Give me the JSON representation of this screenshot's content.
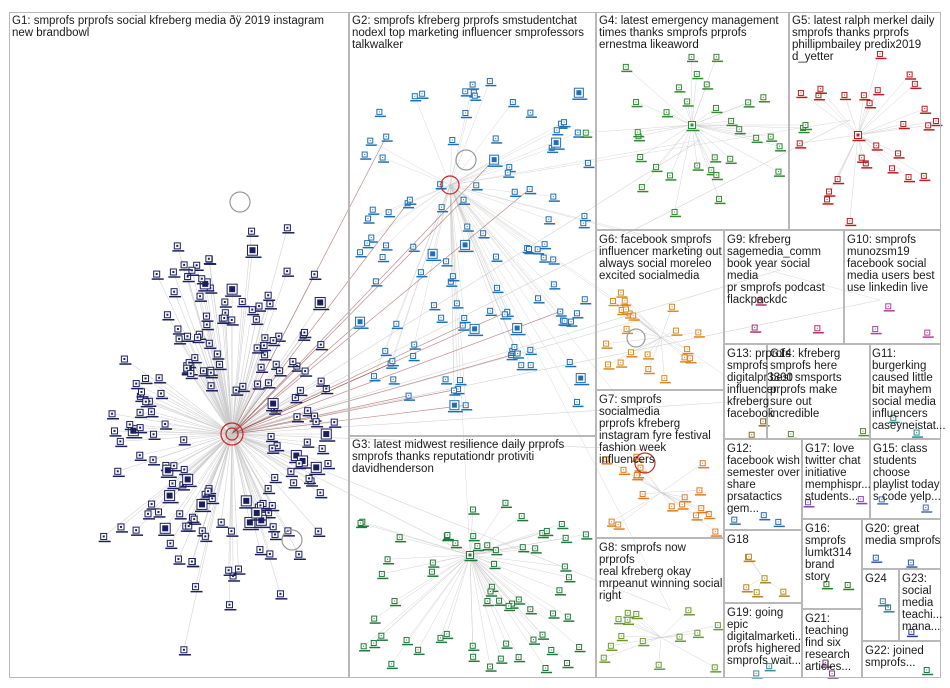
{
  "groups": [
    {
      "id": "G1",
      "label": "G1: smprofs prprofs social kfreberg media ðÿ 2019 instagram\nnew brandbowl"
    },
    {
      "id": "G2",
      "label": "G2: smprofs kfreberg prprofs smstudentchat\nnodexl top marketing influencer smprofessors\ntalkwalker"
    },
    {
      "id": "G3",
      "label": "G3: latest midwest resilience daily prprofs\nsmprofs thanks reputationdr protiviti\ndavidhenderson"
    },
    {
      "id": "G4",
      "label": "G4: latest emergency management\ntimes thanks smprofs prprofs\nernestma likeaword"
    },
    {
      "id": "G5",
      "label": "G5: latest ralph merkel daily\nsmprofs thanks prprofs\nphillipmbailey predix2019\nd_yetter"
    },
    {
      "id": "G6",
      "label": "G6: facebook smprofs\ninfluencer marketing out\nalways social moreleo\nexcited socialmedia"
    },
    {
      "id": "G7",
      "label": "G7: smprofs socialmedia\nprprofs kfreberg\ninstagram fyre festival\nfashion week influencers"
    },
    {
      "id": "G8",
      "label": "G8: smprofs now prprofs\nreal kfreberg okay\nmrpeanut winning social\nright"
    },
    {
      "id": "G9",
      "label": "G9: kfreberg\nsagemedia_comm\nbook year social media\npr smprofs podcast\nflackpackdc"
    },
    {
      "id": "G10",
      "label": "G10: smprofs\nmunozsm19\nfacebook social\nmedia users best\nuse linkedin live"
    },
    {
      "id": "G11",
      "label": "G11:\nburgerking\ncaused little\nbit mayhem\nsocial media\ninfluencers\ncaseyneistat..."
    },
    {
      "id": "G12",
      "label": "G12:\nfacebook wish\nsemester over\nshare\nprsatactics\ngem..."
    },
    {
      "id": "G13",
      "label": "G13: prprofs\nsmprofs\ndigitalpr3300\ninfluencer\nkfreberg\nfacebook"
    },
    {
      "id": "G14",
      "label": "G14: kfreberg\nsmprofs here\nbest smsports\nprprofs make\nsure out\nincredible"
    },
    {
      "id": "G15",
      "label": "G15: class\nstudents\nchoose\nplaylist today\ns code yelp..."
    },
    {
      "id": "G16",
      "label": "G16:\nsmprofs\nlumkt314\nbrand story"
    },
    {
      "id": "G17",
      "label": "G17: love\ntwitter chat\ninitiative\nmemphispr...\nstudents..."
    },
    {
      "id": "G18",
      "label": "G18"
    },
    {
      "id": "G19",
      "label": "G19: going\nepic\ndigitalmarketi...\nprofs highered\nsmprofs wait..."
    },
    {
      "id": "G20",
      "label": "G20: great\nmedia smprofs"
    },
    {
      "id": "G21",
      "label": "G21:\nteaching\nfind six\nresearch\narticles..."
    },
    {
      "id": "G22",
      "label": "G22: joined\nsmprofs..."
    },
    {
      "id": "G23",
      "label": "G23:\nsocial\nmedia\nteachi...\nmana..."
    },
    {
      "id": "G24",
      "label": "G24"
    }
  ],
  "colors": {
    "G1": "#1b1f5e",
    "G2": "#1f6fb5",
    "G3": "#1f7a3a",
    "G4": "#2e8b2e",
    "G5": "#b52020",
    "G6": "#d98a1e",
    "G7": "#e07c1f",
    "G8": "#6a9a2e",
    "G9": "#b0306a",
    "G10": "#b040a0",
    "G11": "#2a8c8c",
    "G12": "#2a6aa8",
    "G13": "#8a6a2a",
    "G14": "#5a8a3a",
    "G15": "#4a6ab0",
    "G16": "#2a7a2a",
    "G17": "#7a4ab0",
    "G18": "#b08a1e",
    "G19": "#3a8aa0",
    "G20": "#2a5ab0",
    "G21": "#7a3a7a",
    "G22": "#1a7a4a",
    "G23": "#2a3a8a",
    "G24": "#3a7a8a",
    "edge": "#c9c9c9",
    "edge_strong": "#8b2a2a"
  }
}
